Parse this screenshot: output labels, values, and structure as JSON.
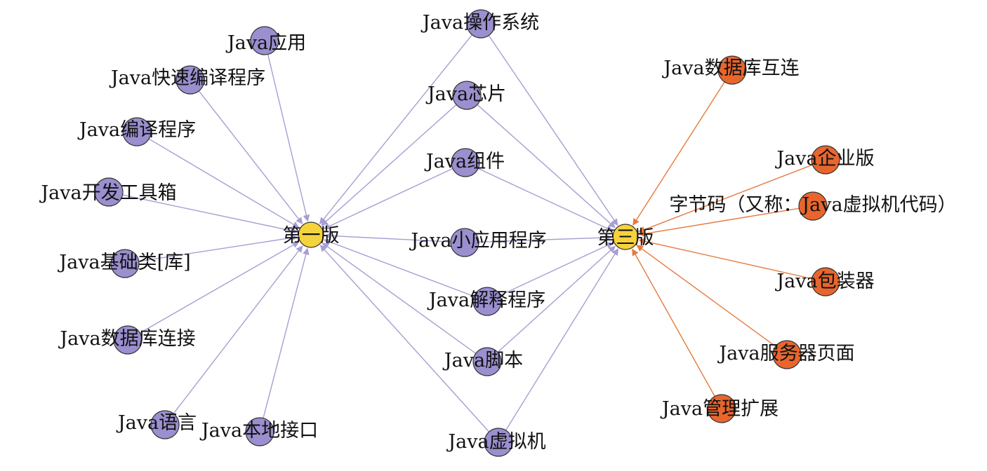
{
  "colors": {
    "java_node": "#9b8fcf",
    "hub_node": "#f5d33a",
    "third_node": "#e8662e",
    "java_edge": "#a79ed3",
    "third_edge": "#e57a40",
    "node_stroke": "#333333",
    "text": "#111111"
  },
  "hubs": [
    {
      "id": "first",
      "label": "第一版"
    },
    {
      "id": "third",
      "label": "第三版"
    }
  ],
  "nodes": [
    {
      "id": "app",
      "label": "Java应用",
      "group": "first"
    },
    {
      "id": "fast-compiler",
      "label": "Java快速编译程序",
      "group": "first"
    },
    {
      "id": "compiler",
      "label": "Java编译程序",
      "group": "first"
    },
    {
      "id": "dev-kit",
      "label": "Java开发工具箱",
      "group": "first"
    },
    {
      "id": "base-lib",
      "label": "Java基础类[库]",
      "group": "first"
    },
    {
      "id": "db-connect",
      "label": "Java数据库连接",
      "group": "first"
    },
    {
      "id": "language",
      "label": "Java语言",
      "group": "first"
    },
    {
      "id": "native",
      "label": "Java本地接口",
      "group": "first"
    },
    {
      "id": "os",
      "label": "Java操作系统",
      "group": "shared"
    },
    {
      "id": "chip",
      "label": "Java芯片",
      "group": "shared"
    },
    {
      "id": "component",
      "label": "Java组件",
      "group": "shared"
    },
    {
      "id": "applet",
      "label": "Java小应用程序",
      "group": "shared"
    },
    {
      "id": "interpreter",
      "label": "Java解释程序",
      "group": "shared"
    },
    {
      "id": "script",
      "label": "Java脚本",
      "group": "shared"
    },
    {
      "id": "vm",
      "label": "Java虚拟机",
      "group": "shared"
    },
    {
      "id": "jdbc",
      "label": "Java数据库互连",
      "group": "third"
    },
    {
      "id": "enterprise",
      "label": "Java企业版",
      "group": "third"
    },
    {
      "id": "bytecode",
      "label": "字节码（又称：Java虚拟机代码）",
      "group": "third"
    },
    {
      "id": "wrapper",
      "label": "Java包装器",
      "group": "third"
    },
    {
      "id": "server-pages",
      "label": "Java服务器页面",
      "group": "third"
    },
    {
      "id": "management",
      "label": "Java管理扩展",
      "group": "third"
    }
  ],
  "edges": [
    {
      "from": "app",
      "to": "first"
    },
    {
      "from": "fast-compiler",
      "to": "first"
    },
    {
      "from": "compiler",
      "to": "first"
    },
    {
      "from": "dev-kit",
      "to": "first"
    },
    {
      "from": "base-lib",
      "to": "first"
    },
    {
      "from": "db-connect",
      "to": "first"
    },
    {
      "from": "language",
      "to": "first"
    },
    {
      "from": "native",
      "to": "first"
    },
    {
      "from": "os",
      "to": "first"
    },
    {
      "from": "os",
      "to": "third"
    },
    {
      "from": "chip",
      "to": "first"
    },
    {
      "from": "chip",
      "to": "third"
    },
    {
      "from": "component",
      "to": "first"
    },
    {
      "from": "component",
      "to": "third"
    },
    {
      "from": "applet",
      "to": "first"
    },
    {
      "from": "applet",
      "to": "third"
    },
    {
      "from": "interpreter",
      "to": "first"
    },
    {
      "from": "interpreter",
      "to": "third"
    },
    {
      "from": "script",
      "to": "first"
    },
    {
      "from": "script",
      "to": "third"
    },
    {
      "from": "vm",
      "to": "first"
    },
    {
      "from": "vm",
      "to": "third"
    },
    {
      "from": "jdbc",
      "to": "third"
    },
    {
      "from": "enterprise",
      "to": "third"
    },
    {
      "from": "bytecode",
      "to": "third"
    },
    {
      "from": "wrapper",
      "to": "third"
    },
    {
      "from": "server-pages",
      "to": "third"
    },
    {
      "from": "management",
      "to": "third"
    }
  ]
}
